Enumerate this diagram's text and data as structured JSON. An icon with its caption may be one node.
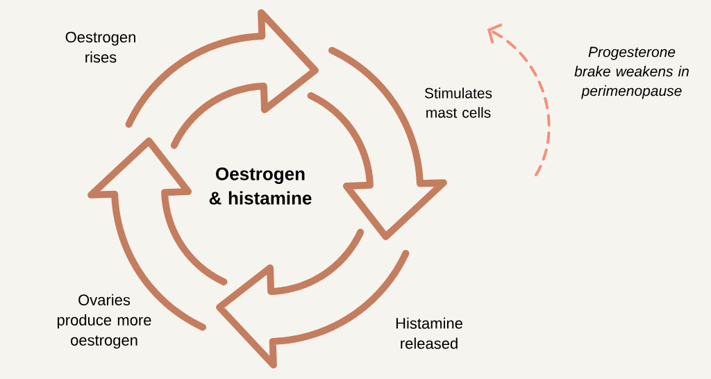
{
  "diagram": {
    "nodes": [
      {
        "text": [
          "Oestrogen & histamine"
        ]
      },
      {
        "text": [
          "Oestrogen rises"
        ]
      },
      {
        "text": [
          "Stimulates mast cells"
        ]
      },
      {
        "text": [
          "Histamine released"
        ]
      },
      {
        "text": [
          "Ovaries produce more oestrogen"
        ]
      },
      {
        "text": [
          "Progesterone brake weakens in perimenopause"
        ]
      }
    ]
  }
}
